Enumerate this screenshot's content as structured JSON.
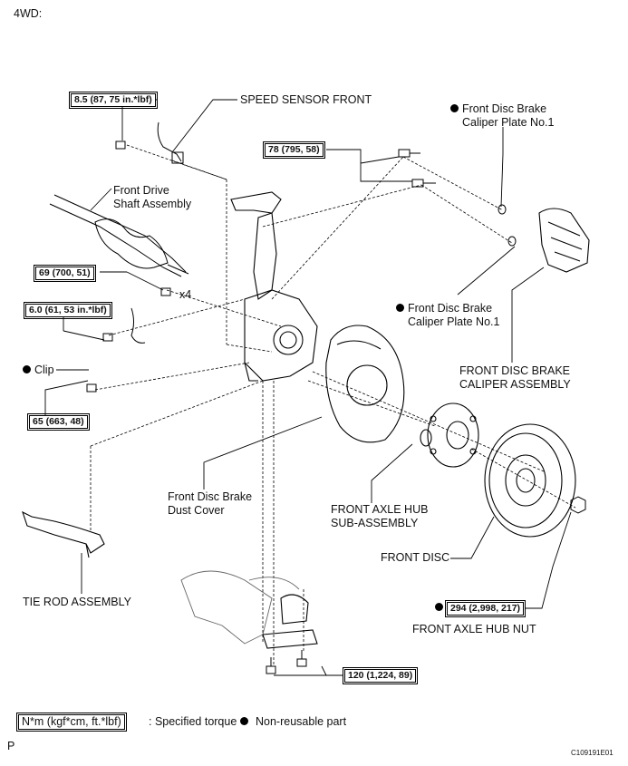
{
  "header": {
    "variant": "4WD:"
  },
  "labels": {
    "speed_sensor": "SPEED SENSOR FRONT",
    "plate_top_1": "Front Disc Brake",
    "plate_top_2": "Caliper Plate No.1",
    "drive_shaft_1": "Front Drive",
    "drive_shaft_2": "Shaft Assembly",
    "times4": "x4",
    "plate_mid_1": "Front Disc Brake",
    "plate_mid_2": "Caliper Plate No.1",
    "clip": "Clip",
    "caliper_1": "FRONT DISC BRAKE",
    "caliper_2": "CALIPER ASSEMBLY",
    "dust_cover_1": "Front Disc Brake",
    "dust_cover_2": "Dust Cover",
    "hub_1": "FRONT AXLE HUB",
    "hub_2": "SUB-ASSEMBLY",
    "disc": "FRONT DISC",
    "tie_rod": "TIE ROD ASSEMBLY",
    "hub_nut": "FRONT AXLE HUB NUT"
  },
  "torques": {
    "speed_sensor": "8.5 (87, 75 in.*lbf)",
    "caliper": "78 (795, 58)",
    "drive_shaft": "69 (700, 51)",
    "sensor_bracket": "6.0 (61, 53 in.*lbf)",
    "tie_rod_nut": "65 (663, 48)",
    "hub_nut": "294 (2,998, 217)",
    "ball_joint": "120 (1,224, 89)"
  },
  "legend": {
    "unit_box": "N*m (kgf*cm, ft.*lbf)",
    "unit_text": ": Specified torque",
    "nonreusable": "Non-reusable part"
  },
  "footer": {
    "page_letter": "P",
    "figure_id": "C109191E01"
  }
}
